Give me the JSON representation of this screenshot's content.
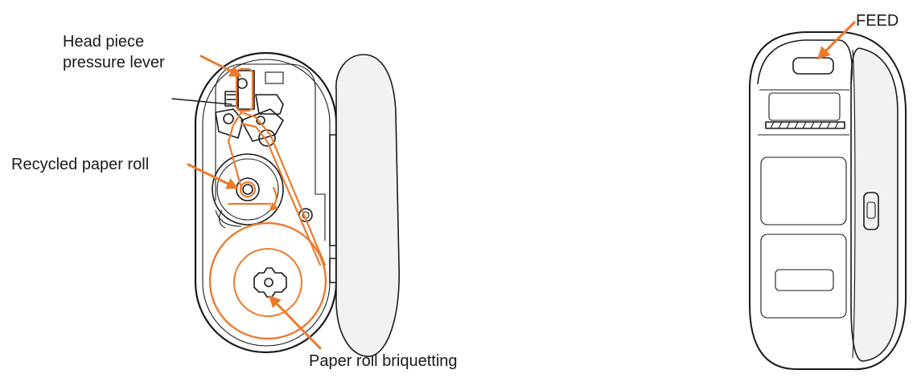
{
  "labels": {
    "head_piece": "Head piece",
    "pressure_lever": "pressure lever",
    "recycled_roll": "Recycled paper roll",
    "briquetting": "Paper roll briquetting",
    "feed": "FEED"
  },
  "colors": {
    "accent": "#ec7a2d",
    "ink": "#1a1a1a"
  }
}
